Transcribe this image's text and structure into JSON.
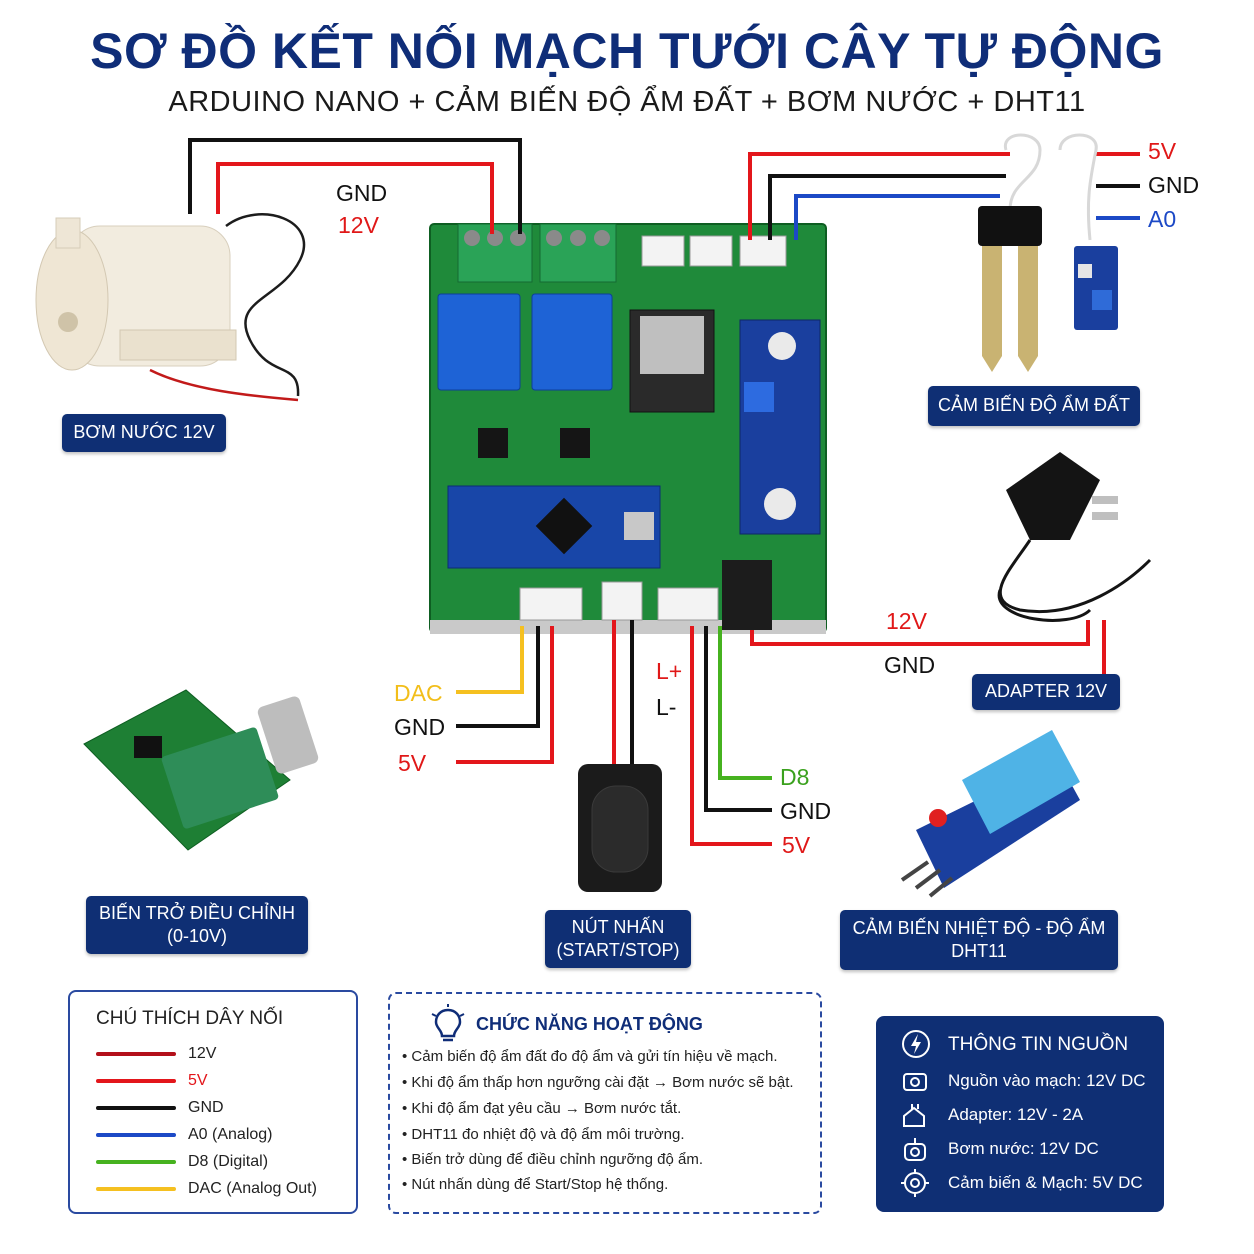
{
  "title": "SƠ ĐỒ KẾT NỐI MẠCH TƯỚI CÂY TỰ ĐỘNG",
  "subtitle": "ARDUINO NANO + CẢM BIẾN ĐỘ ẨM ĐẤT + BƠM NƯỚC + DHT11",
  "colors": {
    "v12": "#b3101a",
    "v5": "#e3161b",
    "gnd": "#111111",
    "analog": "#1c49c6",
    "digital": "#46b21f",
    "dac": "#f5c020",
    "navy": "#0f2f74",
    "pcb": "#1f8a3a"
  },
  "wire_labels": {
    "pump_gnd": "GND",
    "pump_12v": "12V",
    "soil_5v": "5V",
    "soil_gnd": "GND",
    "soil_a0": "A0",
    "adapter_12v": "12V",
    "adapter_gnd": "GND",
    "pot_dac": "DAC",
    "pot_gnd": "GND",
    "pot_5v": "5V",
    "btn_lplus": "L+",
    "btn_lminus": "L-",
    "dht_d8": "D8",
    "dht_gnd": "GND",
    "dht_5v": "5V"
  },
  "components": {
    "pump": "BƠM NƯỚC 12V",
    "soil": "CẢM BIẾN ĐỘ ẨM ĐẤT",
    "adapter": "ADAPTER 12V",
    "pot_line1": "BIẾN TRỞ ĐIỀU CHỈNH",
    "pot_line2": "(0-10V)",
    "button_line1": "NÚT NHẤN",
    "button_line2": "(START/STOP)",
    "dht_line1": "CẢM BIẾN NHIỆT ĐỘ - ĐỘ ẨM",
    "dht_line2": "DHT11"
  },
  "legend": {
    "title": "CHÚ THÍCH DÂY NỐI",
    "items": [
      {
        "label": "12V",
        "color": "#b3101a"
      },
      {
        "label": "5V",
        "color": "#e3161b"
      },
      {
        "label": "GND",
        "color": "#111111"
      },
      {
        "label": "A0 (Analog)",
        "color": "#1c49c6"
      },
      {
        "label": "D8 (Digital)",
        "color": "#46b21f"
      },
      {
        "label": "DAC (Analog Out)",
        "color": "#f5c020"
      }
    ]
  },
  "functions": {
    "title": "CHỨC NĂNG HOẠT ĐỘNG",
    "icon": "lightbulb-icon",
    "items": [
      "Cảm biến độ ẩm đất đo độ ẩm và gửi tín hiệu về mạch.",
      "Khi độ ẩm thấp hơn ngưỡng cài đặt → Bơm nước sẽ bật.",
      "Khi độ ẩm đạt yêu cầu → Bơm nước tắt.",
      "DHT11 đo nhiệt độ và độ ẩm môi trường.",
      "Biến trở dùng để điều chỉnh ngưỡng độ ẩm.",
      "Nút nhấn dùng để Start/Stop hệ thống."
    ]
  },
  "power": {
    "title": "THÔNG TIN NGUỒN",
    "items": [
      {
        "icon": "plug-icon",
        "text": "Nguồn vào mạch: 12V DC"
      },
      {
        "icon": "adapter-icon",
        "text": "Adapter: 12V - 2A"
      },
      {
        "icon": "pump-icon",
        "text": "Bơm nước: 12V DC"
      },
      {
        "icon": "chip-icon",
        "text": "Cảm biến & Mạch: 5V DC"
      }
    ]
  }
}
